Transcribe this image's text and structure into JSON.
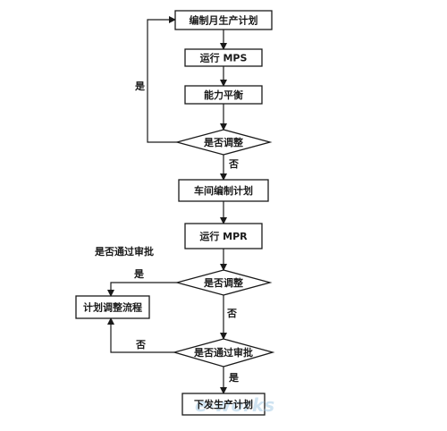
{
  "nodes": {
    "make_plan": "编制月生产计划",
    "run_mps": "运行 MPS",
    "capacity": "能力平衡",
    "adjust_q1": "是否调整",
    "workshop": "车间编制计划",
    "run_mpr": "运行 MPR",
    "adjust_q2": "是否调整",
    "adjust_flow": "计划调整流程",
    "approve_q": "是否通过审批",
    "issue_plan": "下发生产计划"
  },
  "labels": {
    "loop_yes": "是",
    "q1_no": "否",
    "approval_note": "是否通过审批",
    "q2_yes": "是",
    "q2_no": "否",
    "approve_no": "否",
    "approve_yes": "是"
  },
  "watermark": "e-works"
}
